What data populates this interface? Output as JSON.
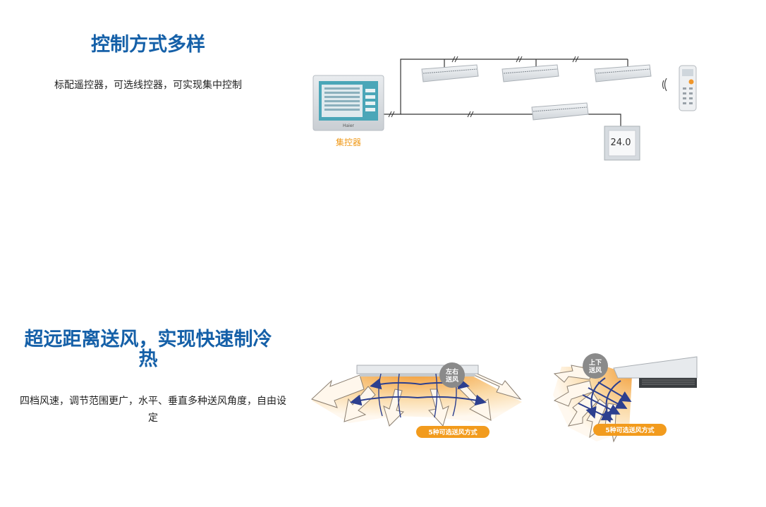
{
  "section1": {
    "title": "控制方式多样",
    "description": "标配遥控器，可选线控器，可实现集中控制",
    "controller_label": "集控器",
    "controller_brand": "Haier",
    "wired_controller_display": "24.0"
  },
  "section2": {
    "title": "超远距离送风，实现快速制冷热",
    "description": "四档风速，调节范围更广，水平、垂直多种送风角度，自由设定",
    "left_badge": [
      "左右",
      "送风"
    ],
    "left_tag": "5种可选送风方式",
    "right_badge": [
      "上下",
      "送风"
    ],
    "right_tag": "5种可选送风方式"
  },
  "colors": {
    "title_blue": "#1560a8",
    "orange": "#f2a93a",
    "arrow_blue": "#2c3f8f"
  }
}
